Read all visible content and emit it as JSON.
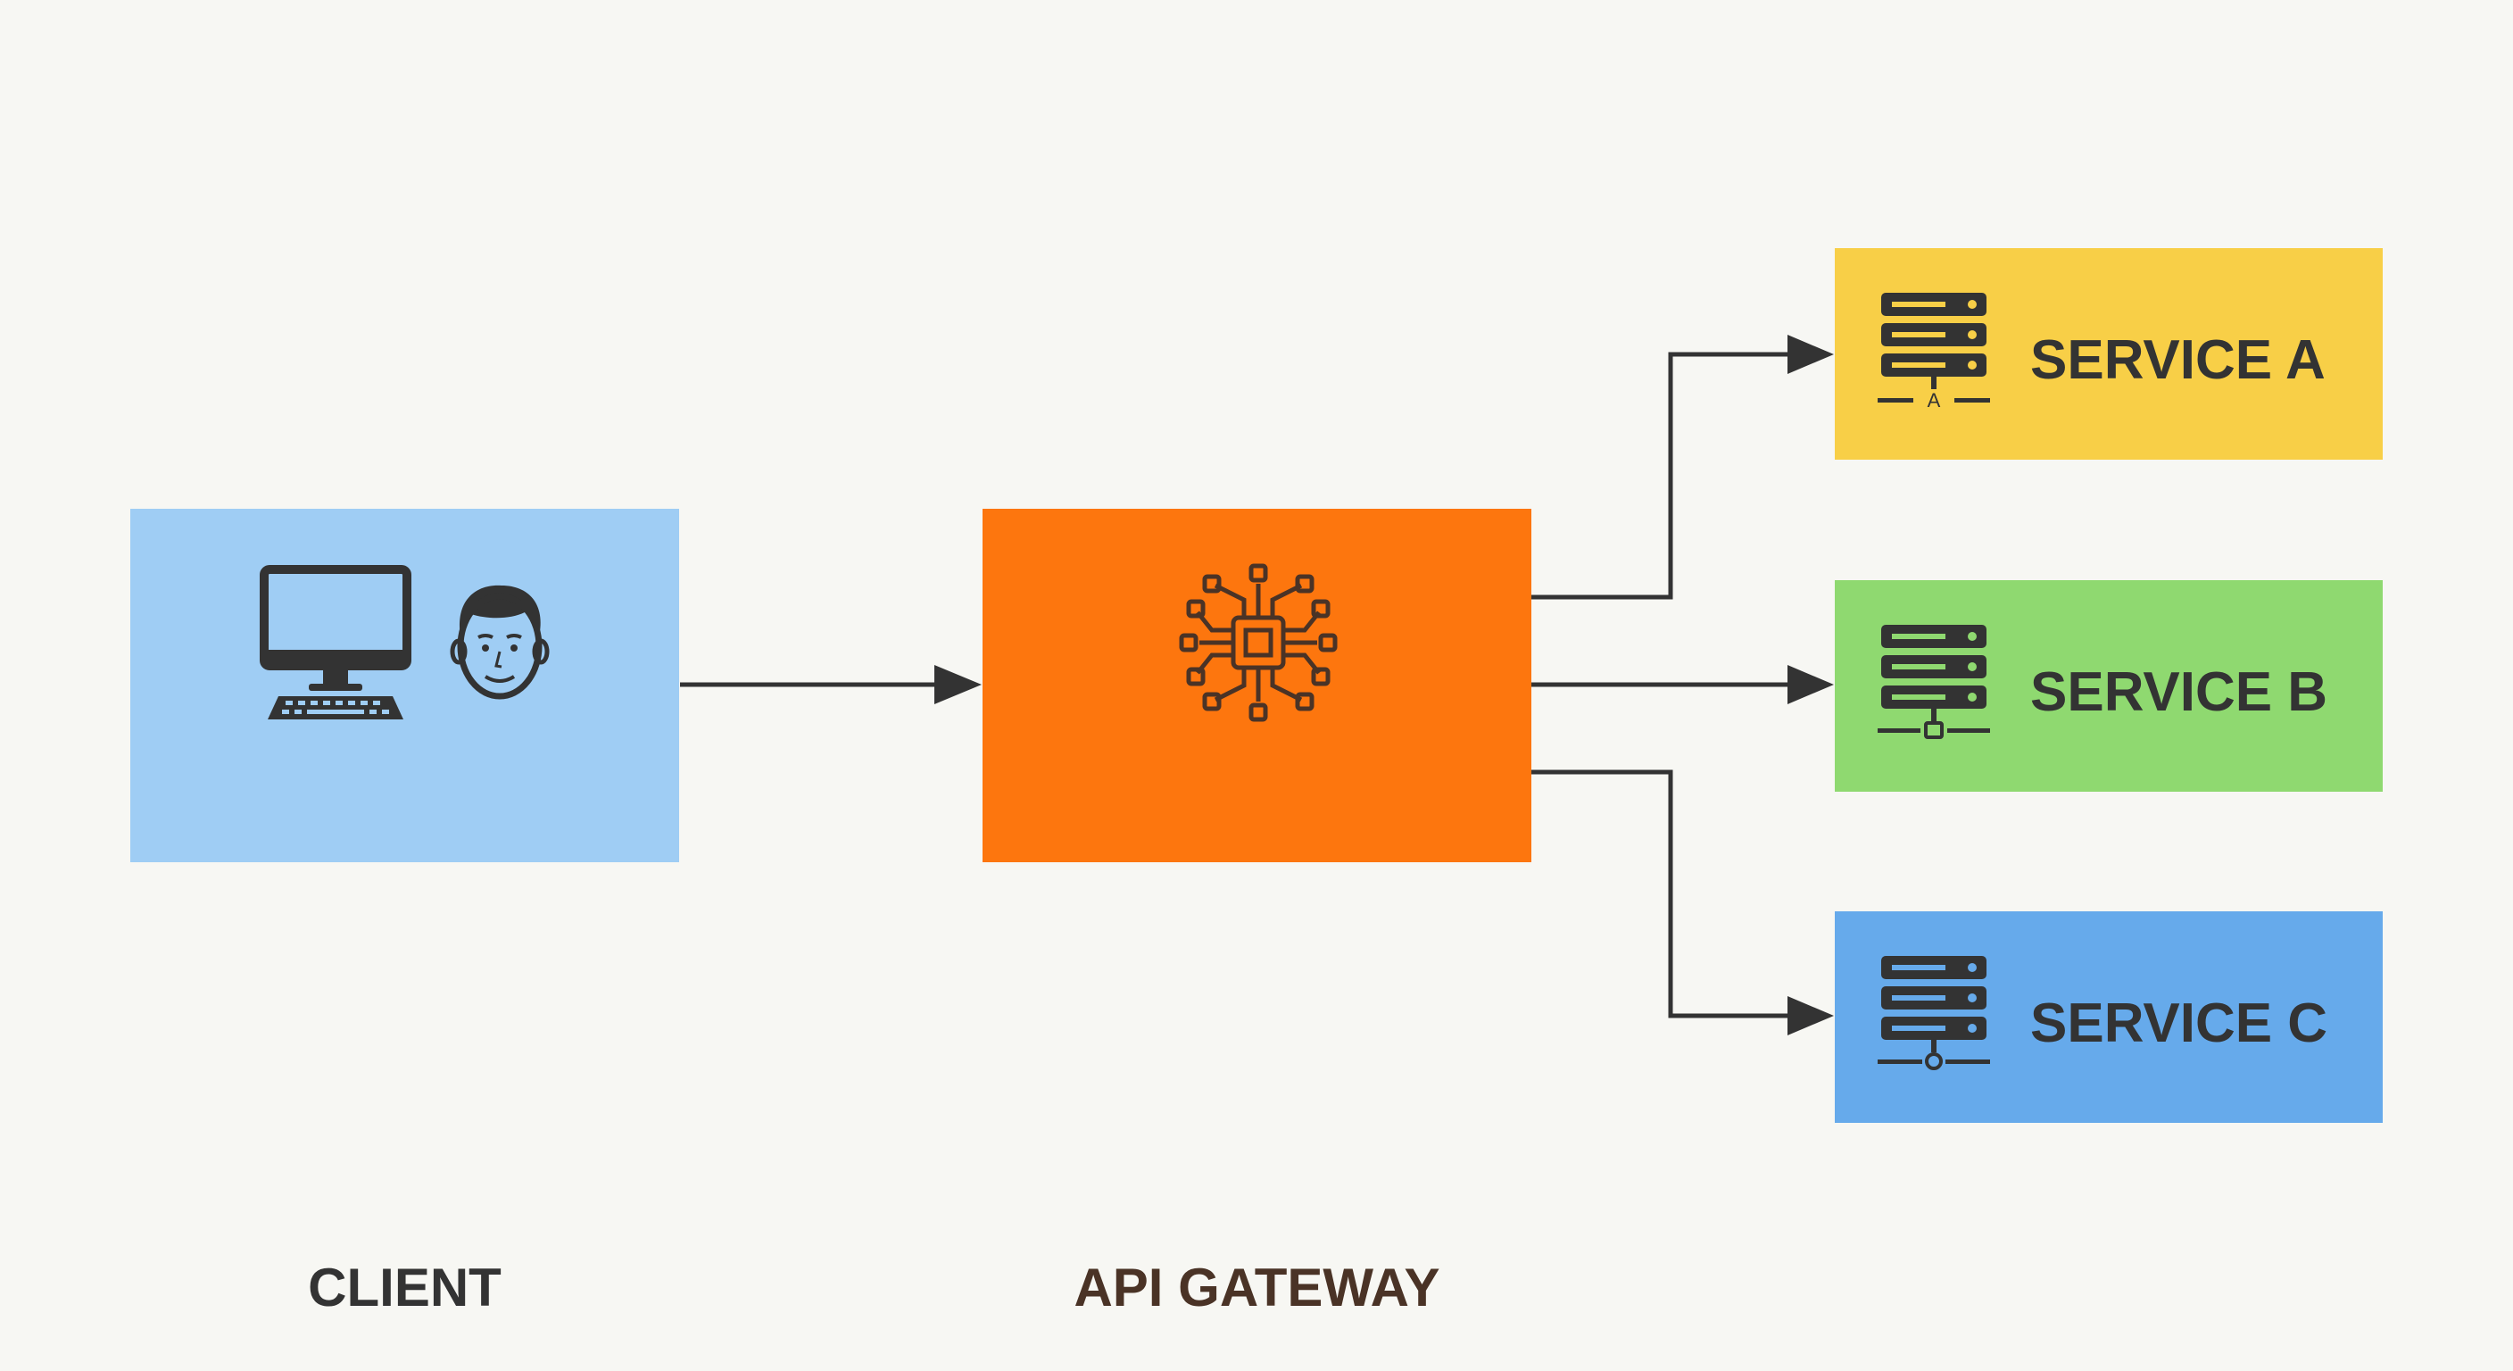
{
  "nodes": {
    "client": {
      "label": "CLIENT",
      "color": "#9fcdf4",
      "icons": [
        "desktop-computer-icon",
        "user-face-icon"
      ]
    },
    "gateway": {
      "label": "API GATEWAY",
      "color": "#fd760e",
      "icons": [
        "network-hub-icon"
      ]
    },
    "services": [
      {
        "label": "SERVICE A",
        "color": "#f8cf47",
        "icon": "server-stack-icon",
        "badge": "A"
      },
      {
        "label": "SERVICE B",
        "color": "#8fd970",
        "icon": "server-stack-icon",
        "badge": ""
      },
      {
        "label": "SERVICE C",
        "color": "#66aaeb",
        "icon": "server-stack-icon",
        "badge": ""
      }
    ]
  },
  "edges": [
    {
      "from": "CLIENT",
      "to": "API GATEWAY"
    },
    {
      "from": "API GATEWAY",
      "to": "SERVICE A"
    },
    {
      "from": "API GATEWAY",
      "to": "SERVICE B"
    },
    {
      "from": "API GATEWAY",
      "to": "SERVICE C"
    }
  ],
  "colors": {
    "background": "#f7f7f3",
    "arrow": "#333333",
    "text": "#333333"
  }
}
